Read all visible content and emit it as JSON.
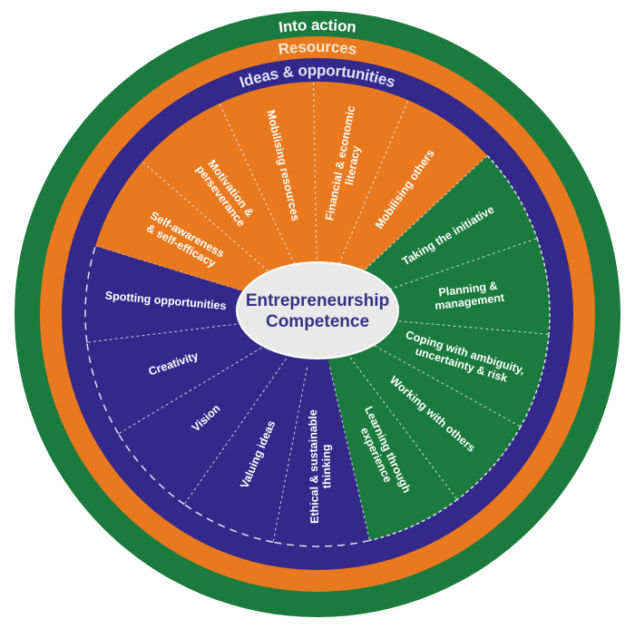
{
  "colors": {
    "green": "#1b7a3d",
    "orange": "#e8791e",
    "purple": "#34298b",
    "center": "#e9e9ea",
    "center_text": "#3a2f86",
    "ring_ideas_text": "#e4e0f6",
    "ring_resources_text": "#fde7cf"
  },
  "rings": {
    "outer": "Into action",
    "middle": "Resources",
    "inner": "Ideas & opportunities"
  },
  "center": {
    "line1": "Entrepreneurship",
    "line2": "Competence"
  },
  "areas": [
    {
      "name": "Resources",
      "color": "orange",
      "segments": [
        {
          "lines": [
            "Self-awareness",
            "& self-efficacy"
          ]
        },
        {
          "lines": [
            "Motivation &",
            "perseverance"
          ]
        },
        {
          "lines": [
            "Mobilising resources"
          ]
        },
        {
          "lines": [
            "Financial & economic",
            "literacy"
          ]
        },
        {
          "lines": [
            "Mobilising others"
          ]
        }
      ]
    },
    {
      "name": "Into action",
      "color": "green",
      "segments": [
        {
          "lines": [
            "Taking the initiative"
          ]
        },
        {
          "lines": [
            "Planning &",
            "management"
          ]
        },
        {
          "lines": [
            "Coping with ambiguity,",
            "uncertainty & risk"
          ]
        },
        {
          "lines": [
            "Working with others"
          ]
        },
        {
          "lines": [
            "Learning through",
            "experience"
          ]
        }
      ]
    },
    {
      "name": "Ideas & opportunities",
      "color": "purple",
      "segments": [
        {
          "lines": [
            "Ethical & sustainable",
            "thinking"
          ]
        },
        {
          "lines": [
            "Valuing ideas"
          ]
        },
        {
          "lines": [
            "Vision"
          ]
        },
        {
          "lines": [
            "Creativity"
          ]
        },
        {
          "lines": [
            "Spotting opportunities"
          ]
        }
      ]
    }
  ]
}
